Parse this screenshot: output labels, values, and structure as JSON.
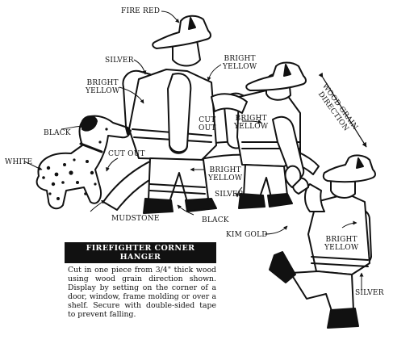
{
  "labels": {
    "fire_red": "FIRE RED",
    "silver_top": "SILVER",
    "bright_yellow_top_1": "BRIGHT",
    "bright_yellow_top_2": "YELLOW",
    "bright_yellow_left_1": "BRIGHT",
    "bright_yellow_left_2": "YELLOW",
    "cut_out_body_1": "CUT",
    "cut_out_body_2": "OUT",
    "black_dog": "BLACK",
    "white_dog": "WHITE",
    "cut_out_hose": "CUT OUT",
    "bright_yellow_hose_1": "BRIGHT",
    "bright_yellow_hose_2": "YELLOW",
    "silver_middle": "SILVER",
    "mudstone": "MUDSTONE",
    "black_bottom": "BLACK",
    "bright_yellow_mid_1": "BRIGHT",
    "bright_yellow_mid_2": "YELLOW",
    "kim_gold": "KIM GOLD",
    "bright_yellow_right_1": "BRIGHT",
    "bright_yellow_right_2": "YELLOW",
    "silver_bottom_right": "SILVER",
    "wood_grain_1": "WOOD GRAIN",
    "wood_grain_2": "DIRECTION"
  },
  "info": {
    "title": "FIREFIGHTER CORNER HANGER",
    "body": "Cut in one piece from 3/4\" thick wood using wood grain direction shown. Display by setting on the corner of a door, window, frame molding or over a shelf. Secure with double-sided tape to prevent falling."
  }
}
